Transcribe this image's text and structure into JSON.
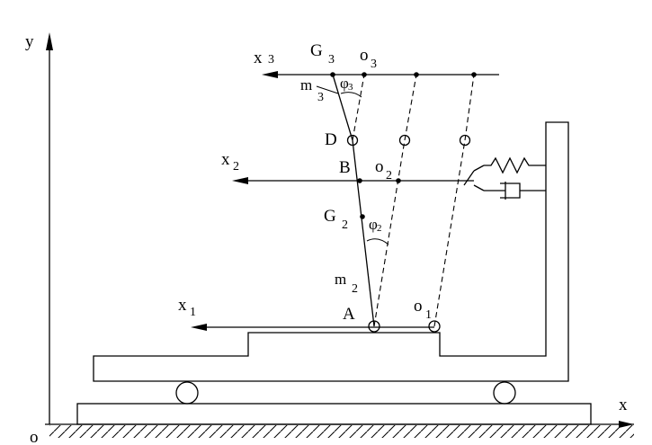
{
  "labels": {
    "y_axis": "y",
    "x_axis": "x",
    "origin": "o",
    "x1": "x",
    "x1_sub": "1",
    "x2": "x",
    "x2_sub": "2",
    "x3": "x",
    "x3_sub": "3",
    "G3": "G",
    "G3_sub": "3",
    "o3": "o",
    "o3_sub": "3",
    "m3": "m",
    "m3_sub": "3",
    "phi3": "φ",
    "phi3_sub": "3",
    "D": "D",
    "B": "B",
    "o2": "o",
    "o2_sub": "2",
    "G2": "G",
    "G2_sub": "2",
    "phi2": "φ",
    "phi2_sub": "2",
    "m2": "m",
    "m2_sub": "2",
    "A": "A",
    "o1": "o",
    "o1_sub": "1"
  },
  "components": {
    "spring": "spring-element",
    "damper": "damper-element"
  }
}
